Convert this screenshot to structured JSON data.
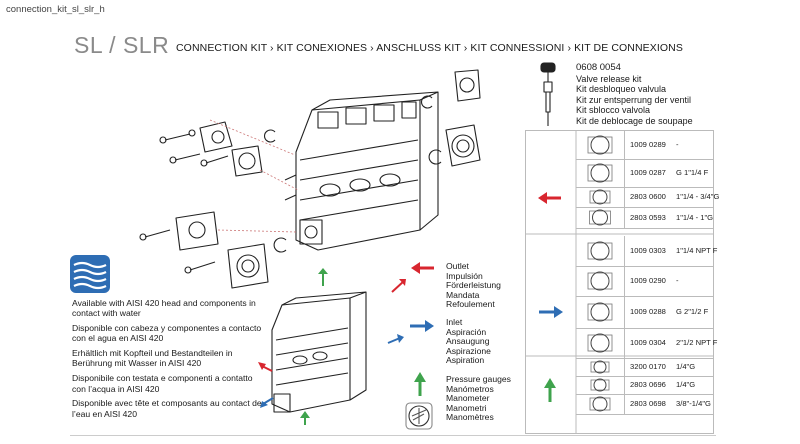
{
  "file_label": "connection_kit_sl_slr_h",
  "series": "SL / SLR",
  "kit_title": "CONNECTION KIT › KIT CONEXIONES › ANSCHLUSS KIT › KIT CONNESSIONI › KIT DE CONNEXIONS",
  "valve": {
    "code": "0608 0054",
    "lines": [
      "Valve release kit",
      "Kit desbloqueo valvula",
      "Kit zur entsperrung der ventil",
      "Kit sblocco valvola",
      "Kit de deblocage de soupape"
    ]
  },
  "legend": {
    "outlet": [
      "Outlet",
      "Impulsión",
      "Förderleistung",
      "Mandata",
      "Refoulement"
    ],
    "inlet": [
      "Inlet",
      "Aspiración",
      "Ansaugung",
      "Aspirazione",
      "Aspiration"
    ],
    "gauge": [
      "Pressure gauges",
      "Manómetros",
      "Manometer",
      "Manometri",
      "Manomètres"
    ]
  },
  "aisi": [
    "Available with AISI 420 head and components in contact with water",
    "Disponible con cabeza y componentes a contacto con el agua en AISI 420",
    "Erhältlich mit Kopfteil und Bestandteilen in Berührung mit Wasser in AISI 420",
    "Disponibile con testata e componenti a contatto con l’acqua in AISI 420",
    "Disponible avec tête et composants au contact de l’eau en AISI 420"
  ],
  "parts": {
    "outlet": [
      {
        "code": "1009 0289",
        "size": "-"
      },
      {
        "code": "1009 0287",
        "size": "G 1\"1/4 F"
      },
      {
        "code": "2803 0600",
        "size": "1\"1/4 - 3/4\"G"
      },
      {
        "code": "2803 0593",
        "size": "1\"1/4 - 1\"G"
      }
    ],
    "inlet": [
      {
        "code": "1009 0303",
        "size": "1\"1/4 NPT F"
      },
      {
        "code": "1009 0290",
        "size": "-"
      },
      {
        "code": "1009 0288",
        "size": "G 2\"1/2 F"
      },
      {
        "code": "1009 0304",
        "size": "2\"1/2 NPT F"
      }
    ],
    "gauge": [
      {
        "code": "3200 0170",
        "size": "1/4\"G"
      },
      {
        "code": "2803 0696",
        "size": "1/4\"G"
      },
      {
        "code": "2803 0698",
        "size": "3/8\"-1/4\"G"
      }
    ]
  },
  "colors": {
    "outlet": "#d8262f",
    "inlet": "#2e6db4",
    "gauge": "#3fa34d",
    "line": "#222222",
    "grey": "#8a8a8a"
  }
}
